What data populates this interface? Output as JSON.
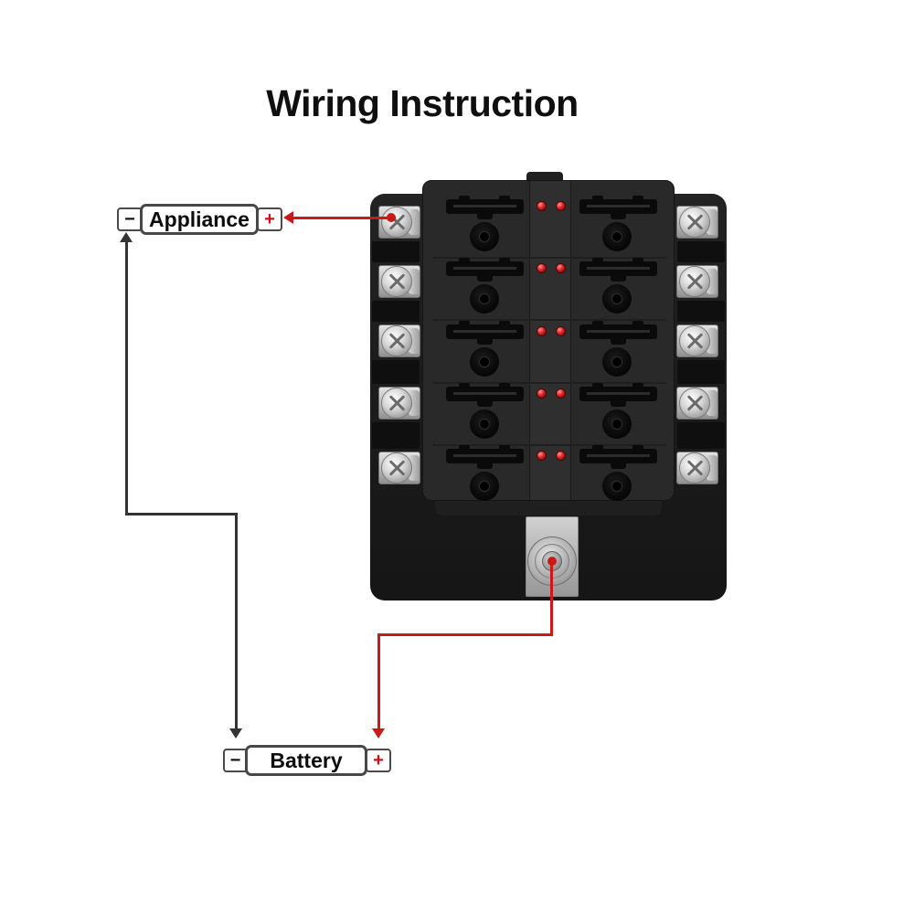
{
  "title": "Wiring Instruction",
  "labels": {
    "appliance": {
      "text": "Appliance",
      "minus": "−",
      "plus": "+"
    },
    "battery": {
      "text": "Battery",
      "minus": "−",
      "plus": "+"
    }
  },
  "colors": {
    "wire_red": "#c91919",
    "wire_black": "#333333",
    "plus_red": "#cf1111",
    "led_red": "#dd2222",
    "label_border": "#4a4a4a"
  },
  "fusebox": {
    "rows": 5,
    "columns": 2,
    "fuse_slots": 10,
    "led_indicators": 10,
    "side_screw_terminals": 10,
    "bottom_power_stud": 1
  }
}
